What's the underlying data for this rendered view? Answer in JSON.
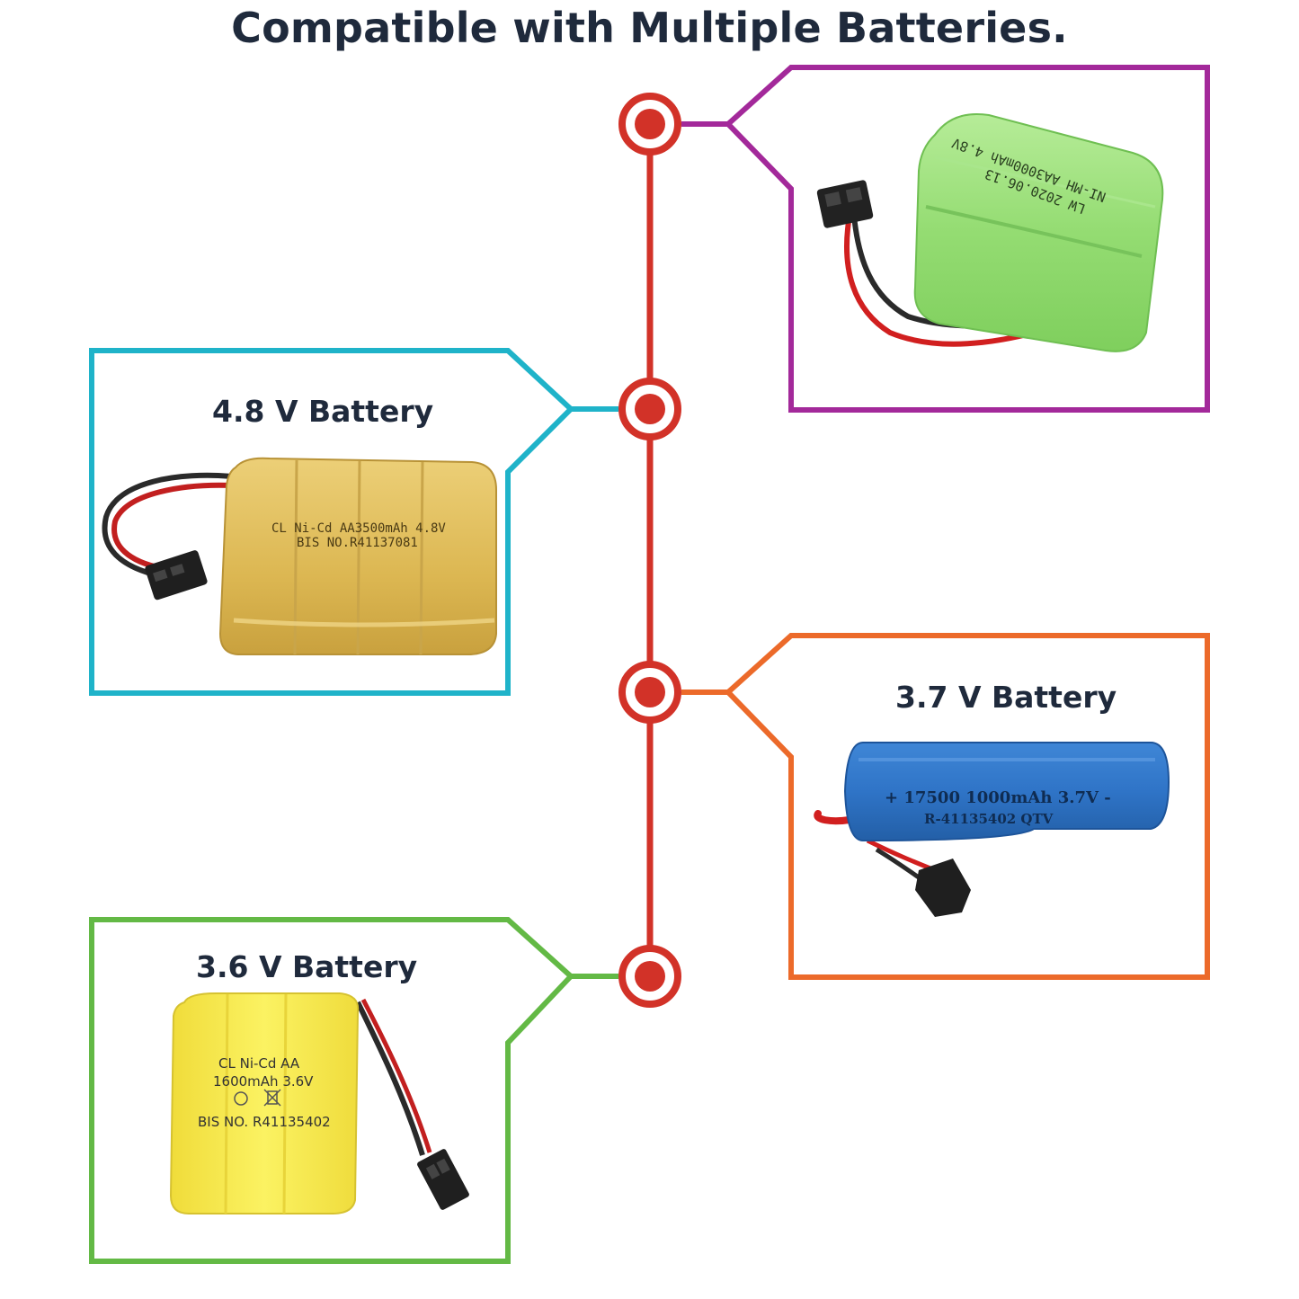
{
  "title": "Compatible with Multiple Batteries.",
  "colors": {
    "title_text": "#1f2a3c",
    "timeline": "#d23228",
    "card_purple": "#a3299a",
    "card_cyan": "#1fb3c9",
    "card_orange": "#ec6a2a",
    "card_green": "#63b945"
  },
  "cards": [
    {
      "id": "ni-mh-4-8v",
      "title": "",
      "border_color": "#a3299a",
      "battery_color": "#9be079",
      "label_lines": [
        "NI-MH AA3000mAh 4.8V",
        "LW 2020.06.13"
      ]
    },
    {
      "id": "ni-cd-4-8v",
      "title": "4.8 V Battery",
      "border_color": "#1fb3c9",
      "battery_color": "#e4c35f",
      "label_lines": [
        "CL Ni-Cd AA3500mAh 4.8V",
        "BIS NO.R41137081"
      ]
    },
    {
      "id": "li-ion-3-7v",
      "title": "3.7 V Battery",
      "border_color": "#ec6a2a",
      "battery_color": "#2f74c7",
      "label_lines": [
        "+ 17500 1000mAh 3.7V -",
        "R-41135402 QTV"
      ]
    },
    {
      "id": "ni-cd-3-6v",
      "title": "3.6 V Battery",
      "border_color": "#63b945",
      "battery_color": "#f7ec4d",
      "label_lines": [
        "CL Ni-Cd AA",
        "1600mAh 3.6V",
        "BIS NO. R41135402"
      ]
    }
  ]
}
